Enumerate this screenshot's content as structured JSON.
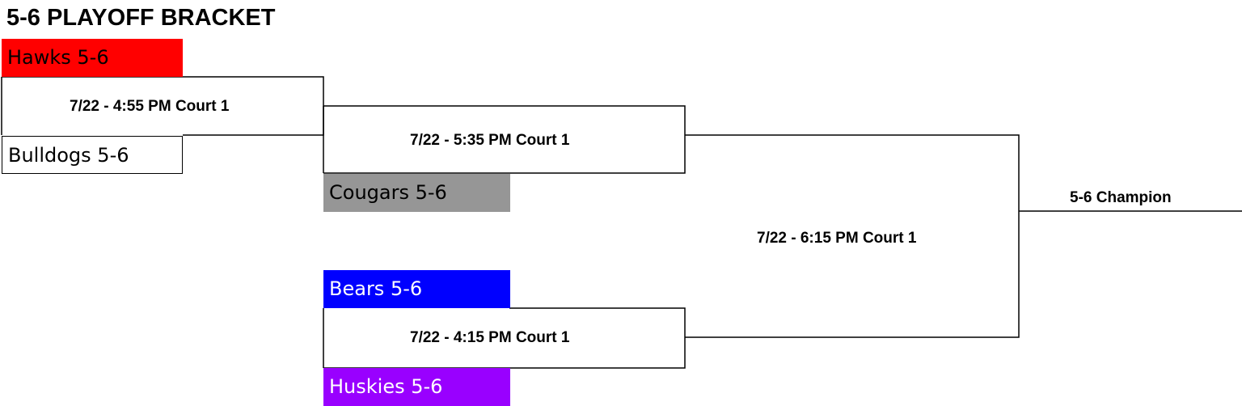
{
  "title": "5-6 PLAYOFF BRACKET",
  "teams": {
    "hawks": {
      "label": "Hawks 5-6",
      "bg": "#ff0000",
      "color": "#000000"
    },
    "bulldogs": {
      "label": "Bulldogs 5-6",
      "bg": "#ffffff",
      "color": "#000000"
    },
    "cougars": {
      "label": "Cougars 5-6",
      "bg": "#969696",
      "color": "#000000"
    },
    "bears": {
      "label": "Bears 5-6",
      "bg": "#0000ff",
      "color": "#ffffff"
    },
    "huskies": {
      "label": "Huskies 5-6",
      "bg": "#9900ff",
      "color": "#ffffff"
    }
  },
  "matches": {
    "round1_top": "7/22 - 4:55 PM Court 1",
    "semifinal_top": "7/22 - 5:35 PM Court 1",
    "round1_bottom": "7/22 - 4:15 PM Court 1",
    "final": "7/22 - 6:15 PM Court 1"
  },
  "champion_label": "5-6 Champion"
}
